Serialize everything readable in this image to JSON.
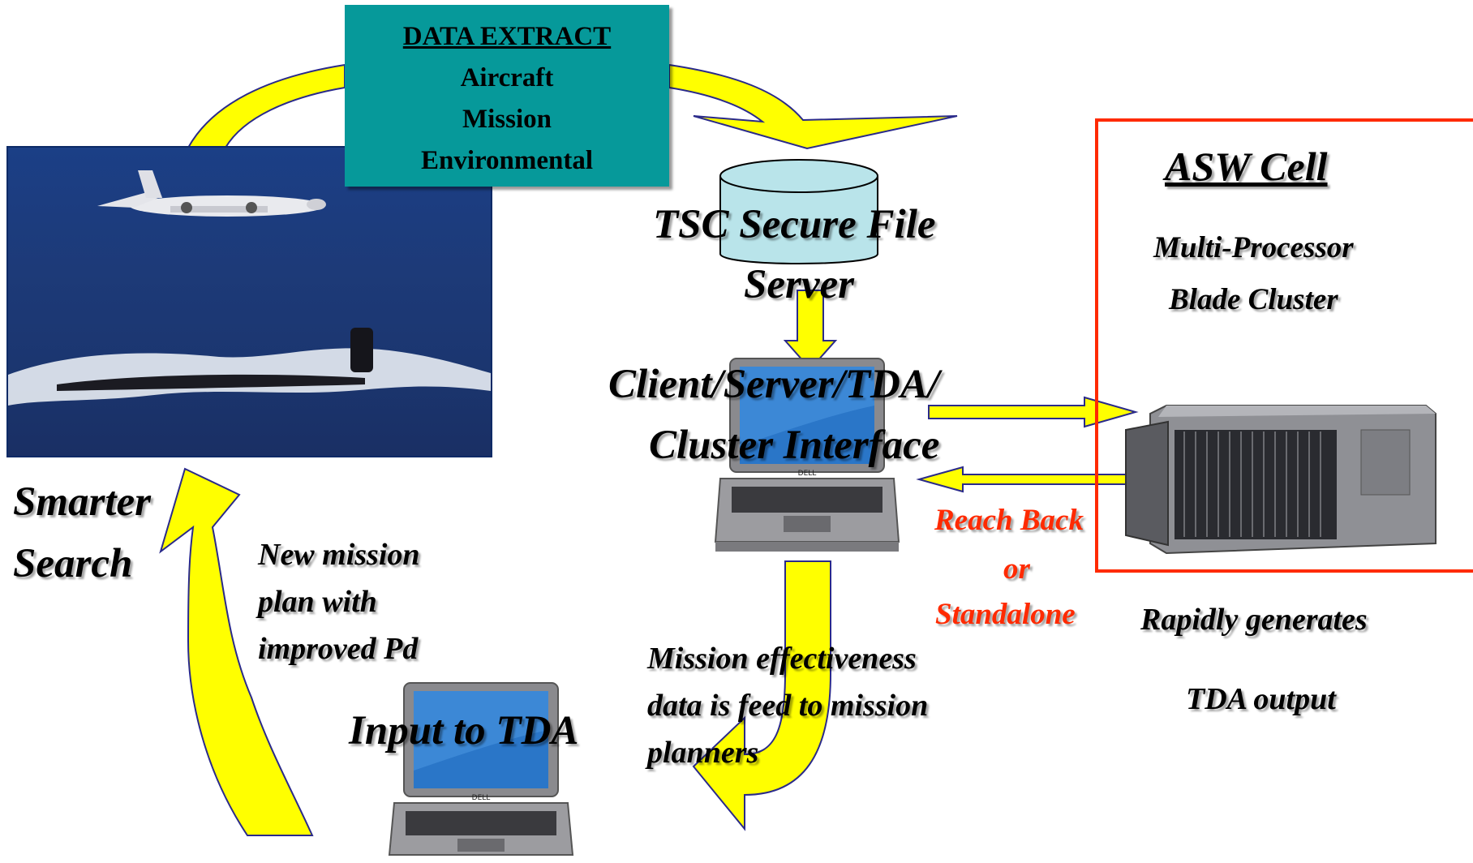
{
  "data_extract": {
    "title": "DATA EXTRACT",
    "items": [
      "Aircraft",
      "Mission",
      "Environmental"
    ]
  },
  "server": {
    "label_line1": "TSC Secure File",
    "label_line2": "Server"
  },
  "interface": {
    "line1": "Client/Server/TDA/",
    "line2": "Cluster Interface"
  },
  "asw_cell": {
    "title": "ASW Cell",
    "subtitle_line1": "Multi-Processor",
    "subtitle_line2": "Blade Cluster",
    "output_line1": "Rapidly generates",
    "output_line2": "TDA output"
  },
  "reach_back": {
    "line1": "Reach Back",
    "line2": "or",
    "line3": "Standalone"
  },
  "smarter_search": {
    "line1": "Smarter",
    "line2": "Search"
  },
  "new_mission": {
    "line1": "New mission",
    "line2": "plan with",
    "line3": "improved Pd"
  },
  "mission_effectiveness": {
    "line1": "Mission effectiveness",
    "line2": "data is feed to mission",
    "line3": "planners"
  },
  "input_tda": "Input to TDA",
  "laptop_brand": "DELL",
  "colors": {
    "arrow_fill": "#ffff00",
    "arrow_stroke": "#2a2a8a",
    "extract_bg": "#06999a",
    "asw_border": "#ff2a00",
    "reach_back_text": "#ff2a00",
    "sea": "#1d3a78"
  }
}
